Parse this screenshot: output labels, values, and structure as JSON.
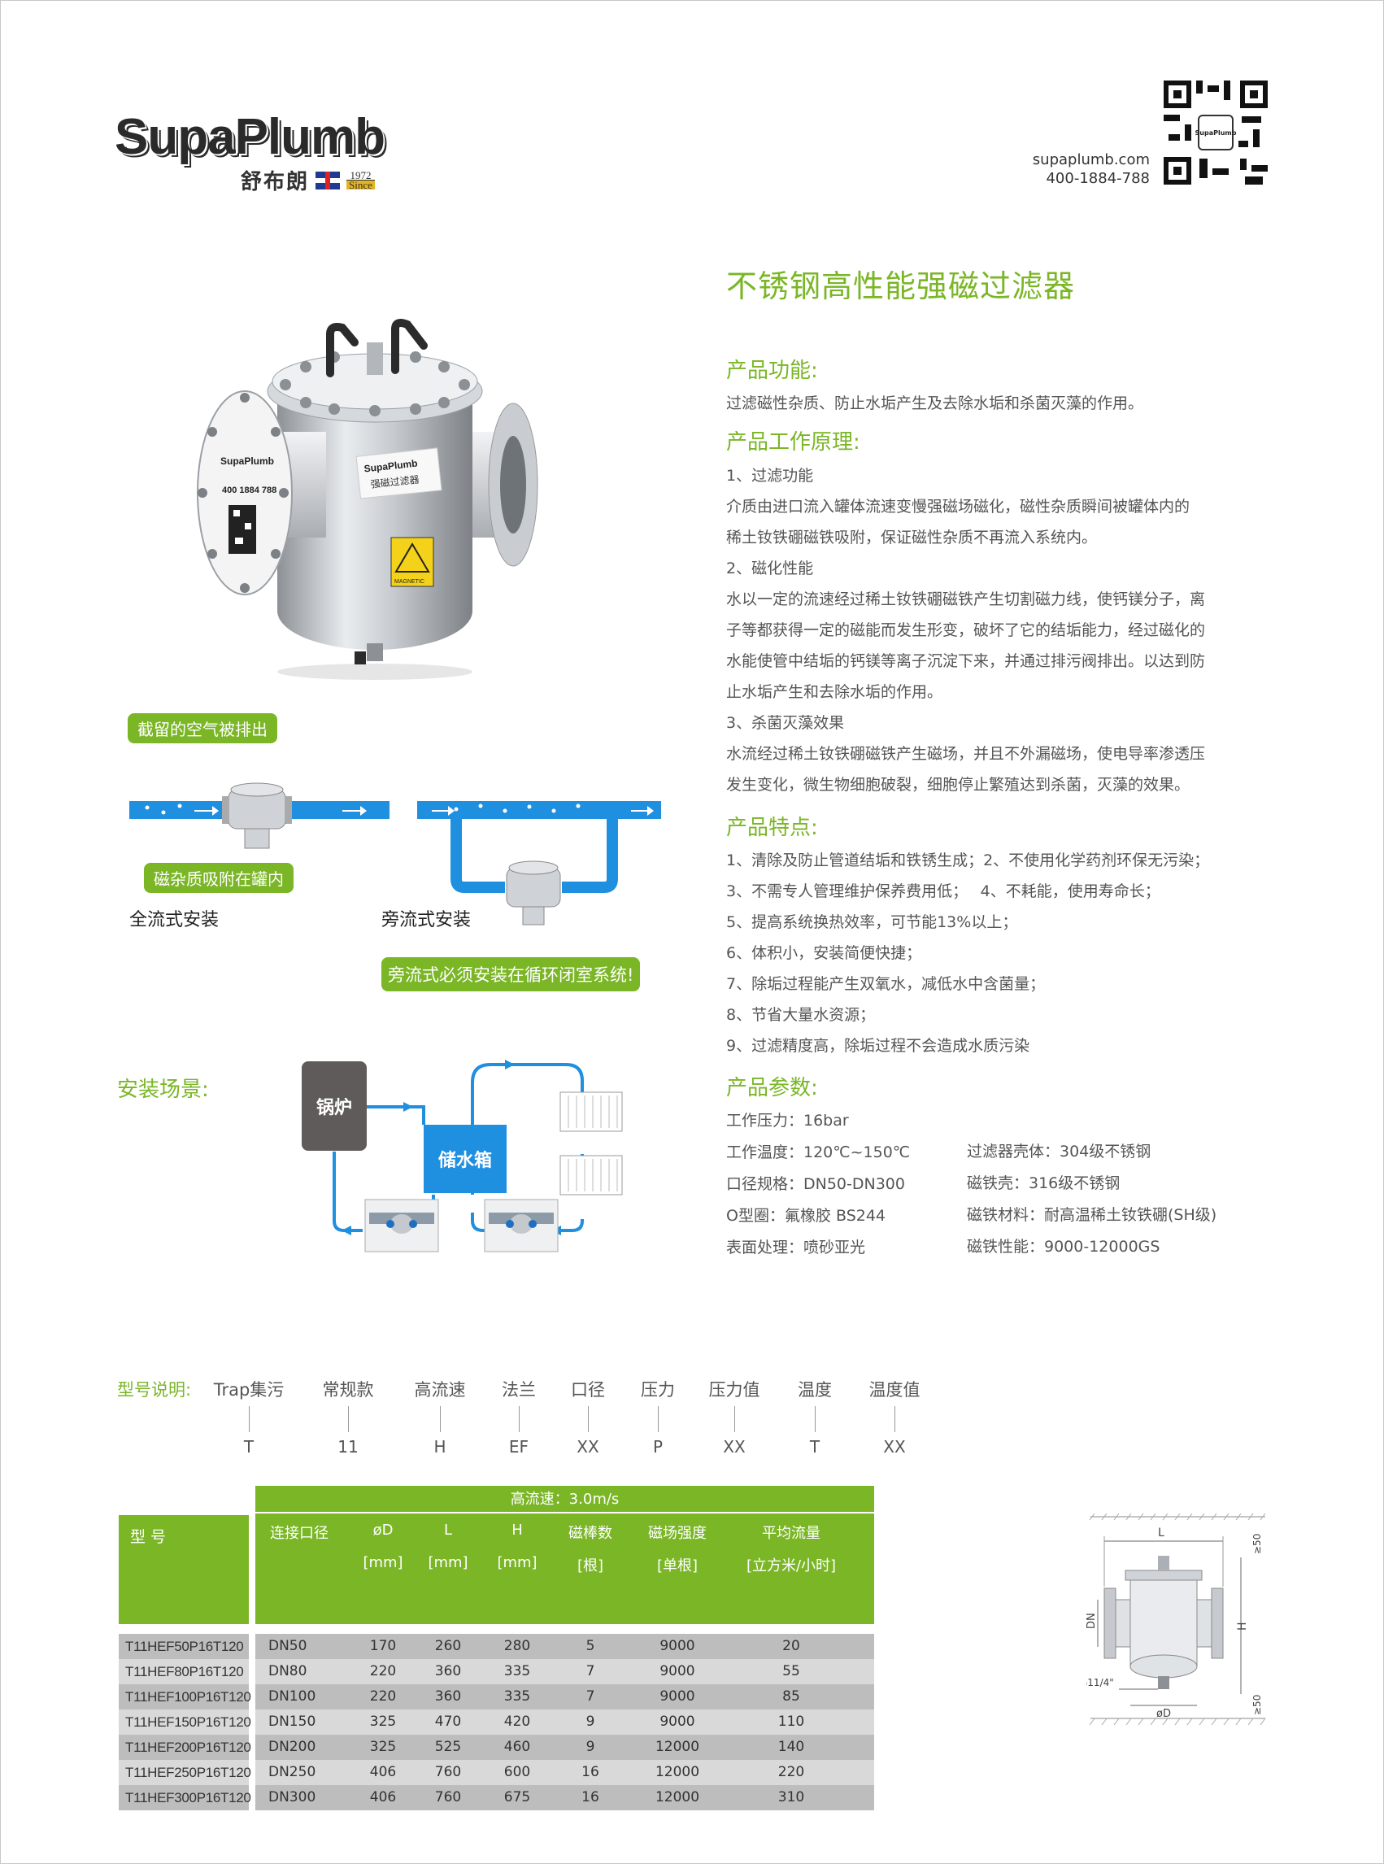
{
  "header": {
    "brand": "SupaPlumb",
    "brand_cn": "舒布朗",
    "since_year": "1972",
    "since_label": "Since",
    "website": "supaplumb.com",
    "phone": "400-1884-788",
    "qr_label": "SupaPlumb"
  },
  "product": {
    "title": "不锈钢高性能强磁过滤器",
    "label_brand": "SupaPlumb",
    "label_cn": "强磁过滤器",
    "label_phone": "400 1884 788",
    "warning": "MAGNETIC"
  },
  "functions": {
    "heading": "产品功能:",
    "text": "过滤磁性杂质、防止水垢产生及去除水垢和杀菌灭藻的作用。"
  },
  "principle": {
    "heading": "产品工作原理:",
    "lines": [
      "1、过滤功能",
      "介质由进口流入罐体流速变慢强磁场磁化，磁性杂质瞬间被罐体内的",
      "稀土钕铁硼磁铁吸附，保证磁性杂质不再流入系统内。",
      "2、磁化性能",
      "水以一定的流速经过稀土钕铁硼磁铁产生切割磁力线，使钙镁分子，离",
      "子等都获得一定的磁能而发生形变，破坏了它的结垢能力，经过磁化的",
      "水能使管中结垢的钙镁等离子沉淀下来，并通过排污阀排出。以达到防",
      "止水垢产生和去除水垢的作用。",
      "3、杀菌灭藻效果",
      "水流经过稀土钕铁硼磁铁产生磁场，并且不外漏磁场，使电导率渗透压",
      "发生变化，微生物细胞破裂，细胞停止繁殖达到杀菌，灭藻的效果。"
    ]
  },
  "features": {
    "heading": "产品特点:",
    "lines": [
      "1、清除及防止管道结垢和铁锈生成；2、不使用化学药剂环保无污染；",
      "3、不需专人管理维护保养费用低；　 4、不耗能，使用寿命长；",
      "5、提高系统换热效率，可节能13%以上；",
      "6、体积小，安装简便快捷；",
      "7、除垢过程能产生双氧水，减低水中含菌量；",
      "8、节省大量水资源；",
      "9、过滤精度高，除垢过程不会造成水质污染"
    ]
  },
  "params": {
    "heading": "产品参数:",
    "left": [
      "工作压力：16bar",
      "工作温度：120℃~150℃",
      "口径规格：DN50-DN300",
      "O型圈：氟橡胶 BS244",
      "表面处理：喷砂亚光"
    ],
    "right": [
      "过滤器壳体：304级不锈钢",
      "磁铁壳：316级不锈钢",
      "磁铁材料：耐高温稀土钕铁硼(SH级)",
      "磁铁性能：9000-12000GS"
    ]
  },
  "install": {
    "bubble_air": "截留的空气被排出",
    "bubble_magnetic": "磁杂质吸附在罐内",
    "bubble_bypass": "旁流式必须安装在循环闭室系统!",
    "caption_full": "全流式安装",
    "caption_bypass": "旁流式安装"
  },
  "scene": {
    "heading": "安装场景:",
    "boiler": "锅炉",
    "tank": "储水箱"
  },
  "model_code": {
    "heading": "型号说明:",
    "parts": [
      {
        "name": "Trap集污",
        "code": "T"
      },
      {
        "name": "常规款",
        "code": "11"
      },
      {
        "name": "高流速",
        "code": "H"
      },
      {
        "name": "法兰",
        "code": "EF"
      },
      {
        "name": "口径",
        "code": "XX"
      },
      {
        "name": "压力",
        "code": "P"
      },
      {
        "name": "压力值",
        "code": "XX"
      },
      {
        "name": "温度",
        "code": "T"
      },
      {
        "name": "温度值",
        "code": "XX"
      }
    ]
  },
  "table": {
    "top_header": "高流速：3.0m/s",
    "model_header": "型 号",
    "columns": [
      {
        "name": "连接口径",
        "unit": ""
      },
      {
        "name": "øD",
        "unit": "[mm]"
      },
      {
        "name": "L",
        "unit": "[mm]"
      },
      {
        "name": "H",
        "unit": "[mm]"
      },
      {
        "name": "磁棒数",
        "unit": "[根]"
      },
      {
        "name": "磁场强度",
        "unit": "[单根]"
      },
      {
        "name": "平均流量",
        "unit": "[立方米/小时]"
      }
    ],
    "rows": [
      {
        "model": "T11HEF50P16T120",
        "cells": [
          "DN50",
          "170",
          "260",
          "280",
          "5",
          "9000",
          "20"
        ]
      },
      {
        "model": "T11HEF80P16T120",
        "cells": [
          "DN80",
          "220",
          "360",
          "335",
          "7",
          "9000",
          "55"
        ]
      },
      {
        "model": "T11HEF100P16T120",
        "cells": [
          "DN100",
          "220",
          "360",
          "335",
          "7",
          "9000",
          "85"
        ]
      },
      {
        "model": "T11HEF150P16T120",
        "cells": [
          "DN150",
          "325",
          "470",
          "420",
          "9",
          "9000",
          "110"
        ]
      },
      {
        "model": "T11HEF200P16T120",
        "cells": [
          "DN200",
          "325",
          "525",
          "460",
          "9",
          "12000",
          "140"
        ]
      },
      {
        "model": "T11HEF250P16T120",
        "cells": [
          "DN250",
          "406",
          "760",
          "600",
          "16",
          "12000",
          "220"
        ]
      },
      {
        "model": "T11HEF300P16T120",
        "cells": [
          "DN300",
          "406",
          "760",
          "675",
          "16",
          "12000",
          "310"
        ]
      }
    ]
  },
  "dimension_drawing": {
    "L": "L",
    "H": "H",
    "DN": "DN",
    "G": "G11/4\"",
    "oD": "øD",
    "top_clear": "≥50",
    "bottom_clear": "≥50"
  },
  "colors": {
    "accent_green": "#7ab626",
    "pipe_blue": "#1f8fe0",
    "boiler_gray": "#605b5b",
    "row_dark": "#bdbdbd",
    "row_light": "#d9d9d9"
  }
}
